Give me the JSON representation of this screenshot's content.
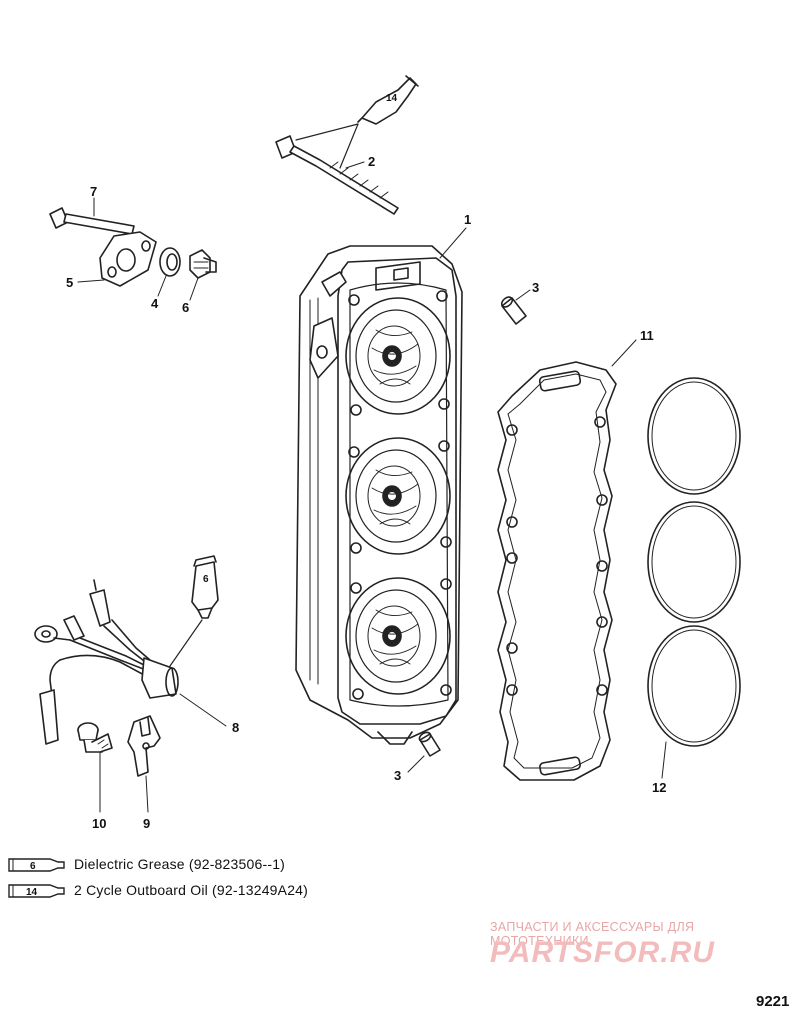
{
  "callouts": {
    "c1": "1",
    "c2": "2",
    "c3a": "3",
    "c3b": "3",
    "c4": "4",
    "c5": "5",
    "c6": "6",
    "c7": "7",
    "c8": "8",
    "c9": "9",
    "c10": "10",
    "c11": "11",
    "c12": "12"
  },
  "tube_labels": {
    "t14": "14",
    "t6": "6"
  },
  "legend": [
    {
      "code": "6",
      "text": "Dielectric Grease (92-823506--1)"
    },
    {
      "code": "14",
      "text": "2 Cycle Outboard Oil (92-13249A24)"
    }
  ],
  "watermark": {
    "top": "ЗАПЧАСТИ И АКСЕССУАРЫ ДЛЯ МОТОТЕХНИКИ",
    "logo": "PARTSFOR.RU"
  },
  "figure_number": "9221",
  "colors": {
    "line": "#222222",
    "watermark": "#f3bcbc"
  }
}
